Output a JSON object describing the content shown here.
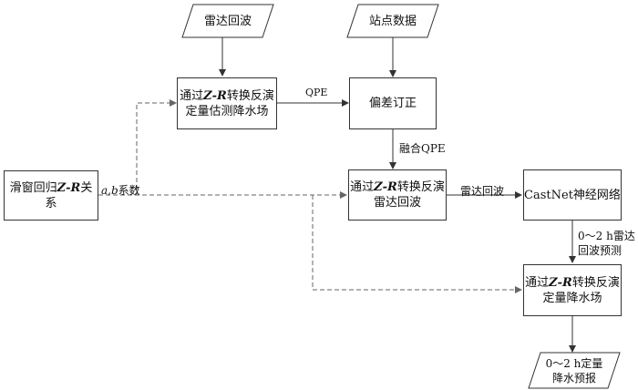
{
  "diagram": {
    "inputs": {
      "radar_echo": "雷达回波",
      "station_data": "站点数据"
    },
    "nodes": {
      "zr_qpe_pre": "通过",
      "zr_qpe_mid": "Z-R",
      "zr_qpe_post": "转换反演",
      "zr_qpe_line2": "定量估测降水场",
      "bias_correction": "偏差订正",
      "sliding_pre": "滑窗回归",
      "sliding_mid": "Z-R",
      "sliding_post": "关系",
      "zr_echo_pre": "通过",
      "zr_echo_mid": "Z-R",
      "zr_echo_post": "转换反演",
      "zr_echo_line2": "雷达回波",
      "castnet": "CastNet神经网络",
      "zr_forecast_pre": "通过",
      "zr_forecast_mid": "Z-R",
      "zr_forecast_post": "转换反演",
      "zr_forecast_line2": "定量降水场"
    },
    "output": "0～2  h定量\n降水预报",
    "edge_labels": {
      "qpe": "QPE",
      "fused_qpe": "融合QPE",
      "radar_echo": "雷达回波",
      "ab_coeff_var": "a",
      "ab_coeff_sep": ",",
      "ab_coeff_var2": "b",
      "ab_coeff_text": "系数",
      "echo_forecast": "0～2  h雷达\n回波预测"
    }
  }
}
